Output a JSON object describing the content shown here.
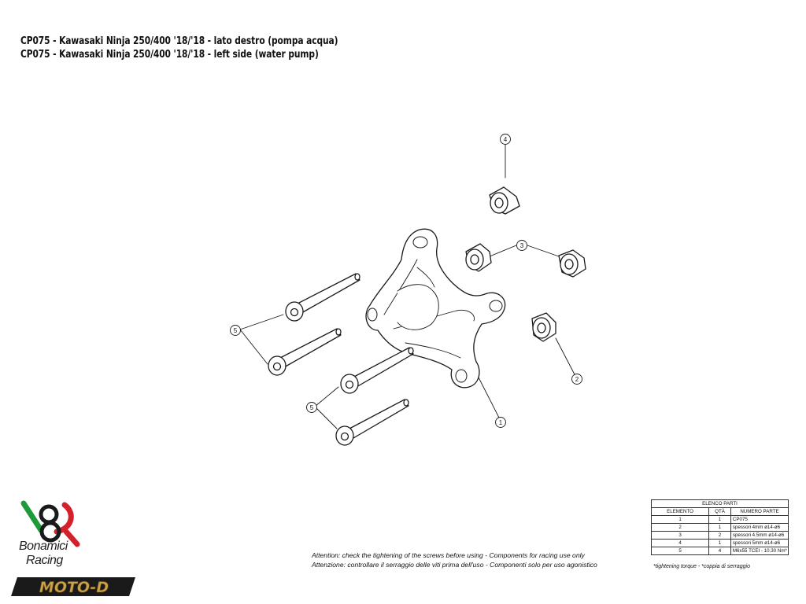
{
  "title": {
    "line1": "CP075 - Kawasaki Ninja 250/400 '18/'18 - lato destro (pompa acqua)",
    "line2": "CP075 - Kawasaki Ninja 250/400 '18/'18 - left side (water pump)"
  },
  "callouts": [
    "4",
    "3",
    "5",
    "2",
    "5",
    "1"
  ],
  "notes": {
    "en": "Attention: check the tightening of the screws before using - Components for racing use only",
    "it": "Attenzione: controllare il serraggio delle viti prima dell'uso - Componenti solo per uso agonistico"
  },
  "parts_table": {
    "title": "ELENCO PARTI",
    "headers": [
      "ELEMENTO",
      "QTÀ",
      "NUMERO PARTE"
    ],
    "rows": [
      [
        "1",
        "1",
        "CP075"
      ],
      [
        "2",
        "1",
        "spessori 4mm ø14-ø6"
      ],
      [
        "3",
        "2",
        "spessori 4.5mm ø14-ø6"
      ],
      [
        "4",
        "1",
        "spessori 5mm ø14-ø6"
      ],
      [
        "5",
        "4",
        "M6x55 TCEI - 10.30 Nm*"
      ]
    ]
  },
  "torque_note": "*tightening torque - *coppia di serraggio",
  "logo": {
    "icon": "bonamici-racing-logo",
    "line1": "Bonamici",
    "line2": "Racing",
    "brand": "MOTO-D",
    "colors": {
      "green": "#1f9a3a",
      "red": "#d4202a",
      "black": "#1a1a1a",
      "gold": "#c9a24a"
    }
  }
}
